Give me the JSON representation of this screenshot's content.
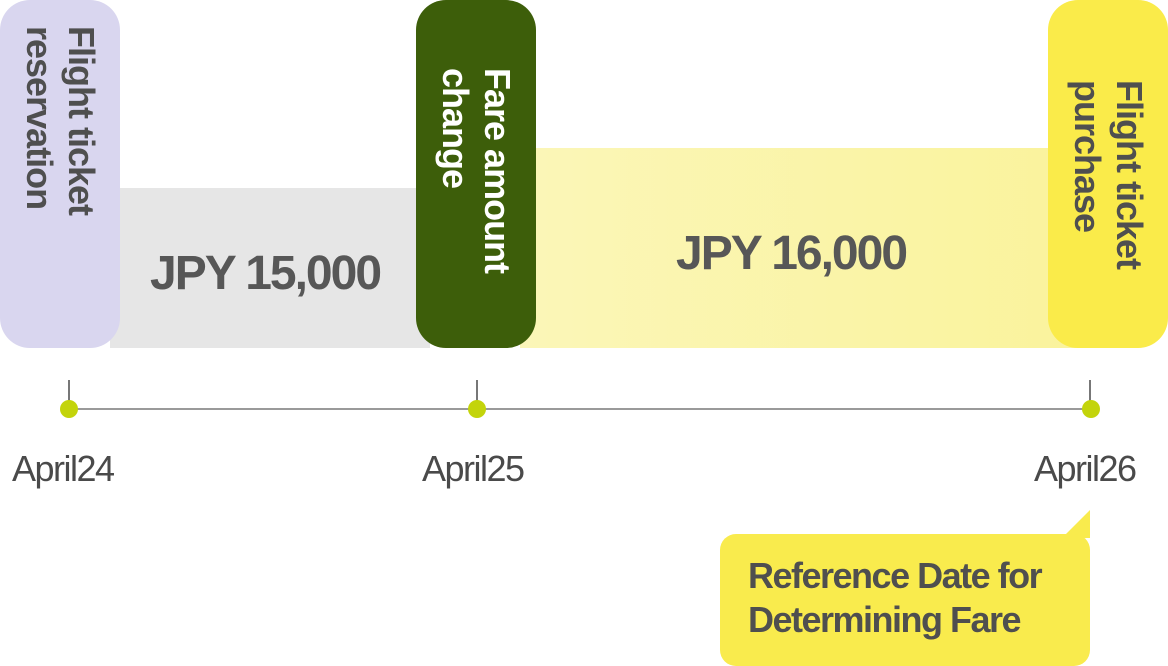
{
  "stages": [
    {
      "label_line1": "Flight ticket",
      "label_line2": "reservation",
      "color": "#d9d6ef"
    },
    {
      "label_line1": "Fare amount",
      "label_line2": "change",
      "color": "#3d5e0a"
    },
    {
      "label_line1": "Flight ticket",
      "label_line2": "purchase",
      "color": "#faeb4a"
    }
  ],
  "fares": [
    {
      "text": "JPY 15,000",
      "color": "#e6e6e6"
    },
    {
      "text": "JPY 16,000",
      "color": "#faf39c"
    }
  ],
  "timeline": {
    "dates": [
      "April24",
      "April25",
      "April26"
    ],
    "dot_color": "#c3d40b"
  },
  "callout": {
    "line1": "Reference Date for",
    "line2": "Determining Fare",
    "color": "#f9eb4d"
  }
}
